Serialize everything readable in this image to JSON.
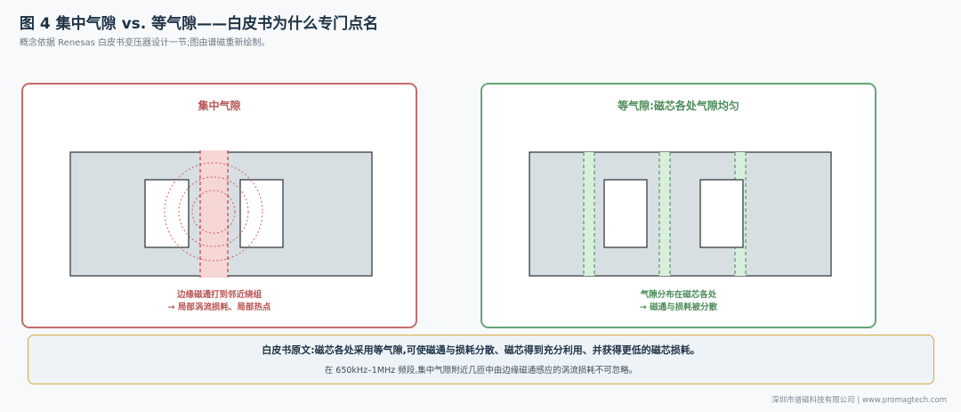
{
  "header": {
    "title": "图 4  集中气隙 vs. 等气隙——白皮书为什么专门点名",
    "subtitle": "概念依据 Renesas 白皮书变压器设计一节;图由谱磁重新绘制。"
  },
  "panels": [
    {
      "title": "集中气隙",
      "caption_line1": "边缘磁通打到邻近绕组",
      "caption_line2": "→ 局部涡流损耗、局部热点"
    },
    {
      "title": "等气隙:磁芯各处气隙均匀",
      "caption_line1": "气隙分布在磁芯各处",
      "caption_line2": "→ 磁通与损耗被分散"
    }
  ],
  "quote": {
    "main": "白皮书原文:磁芯各处采用等气隙,可使磁通与损耗分散、磁芯得到充分利用、并获得更低的磁芯损耗。",
    "sub": "在 650kHz–1MHz 频段,集中气隙附近几匝中由边缘磁通感应的涡流损耗不可忽略。"
  },
  "footer": "深圳市谱磁科技有限公司  |  www.promagtech.com",
  "colors": {
    "core_fill": "#d8dfe2",
    "core_stroke": "#2a2f35",
    "lumped_gap": "#c94a4a",
    "lumped_gap_fill": "#f7d6d6",
    "distributed_gap": "#4f9a60",
    "distributed_gap_fill": "#d9efdd",
    "left_border": "#c56b6b",
    "right_border": "#66a576",
    "quote_border": "#d6a843"
  }
}
